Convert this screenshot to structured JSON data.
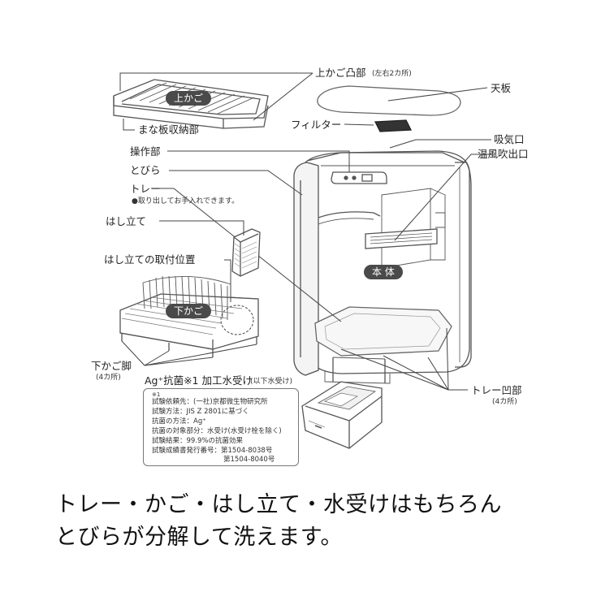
{
  "labels": {
    "upper_basket_bump": "上かご凸部",
    "upper_basket_bump_note": "(左右2カ所)",
    "top_panel": "天板",
    "cutting_board_storage": "まな板収納部",
    "filter": "フィルター",
    "control_panel": "操作部",
    "intake": "吸気口",
    "warm_air_outlet": "温風吹出口",
    "door": "とびら",
    "tray": "トレー",
    "tray_note": "●取り出してお手入れできます。",
    "chopstick_stand": "はし立て",
    "chopstick_mount": "はし立ての取付位置",
    "lower_basket_legs": "下かご脚",
    "lower_basket_legs_note": "(4カ所)",
    "drip_tray": "Ag⁺抗菌※1 加工水受け",
    "drip_tray_note": "(以下水受け)",
    "tray_recess": "トレー凹部",
    "tray_recess_note": "(4カ所)"
  },
  "pills": {
    "upper_basket": "上かご",
    "lower_basket": "下かご",
    "main_body": "本 体"
  },
  "test_box": {
    "note_mark": "※1",
    "lines": [
      "試験依頼先：(一社)京都微生物研究所",
      "試験方法：JIS Z 2801に基づく",
      "抗菌の方法：Ag⁺",
      "抗菌の対象部分：水受け(水受け栓を除く)",
      "試験結果：99.9%の抗菌効果",
      "試験成績書発行番号：第1504-8038号"
    ],
    "last_line": "第1504-8040号"
  },
  "caption": {
    "line1": "トレー・かご・はし立て・水受けはもちろん",
    "line2": "とびらが分解して洗えます。"
  }
}
